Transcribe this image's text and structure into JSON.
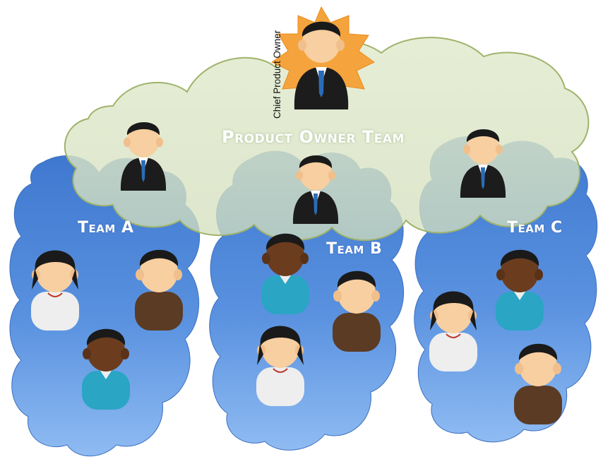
{
  "labels": {
    "chief_product_owner": "Chief Product Owner",
    "product_owner_team": "Product Owner Team",
    "team_a": "Team A",
    "team_b": "Team B",
    "team_c": "Team C"
  },
  "colors": {
    "team_cloud": "#4f87d6",
    "po_cloud": "#dfe8cc",
    "star": "#f5a33c",
    "skin_light": "#f7cfa0",
    "skin_dark": "#6b3d1e",
    "hair": "#1a1a1a",
    "suit": "#1c1c1c",
    "shirt_white": "#eeeeee",
    "shirt_teal": "#2aa5c4",
    "shirt_brown": "#5b3b24"
  },
  "icons": {
    "people": "person-icon",
    "manager": "businessman-icon",
    "star": "starburst-icon"
  }
}
